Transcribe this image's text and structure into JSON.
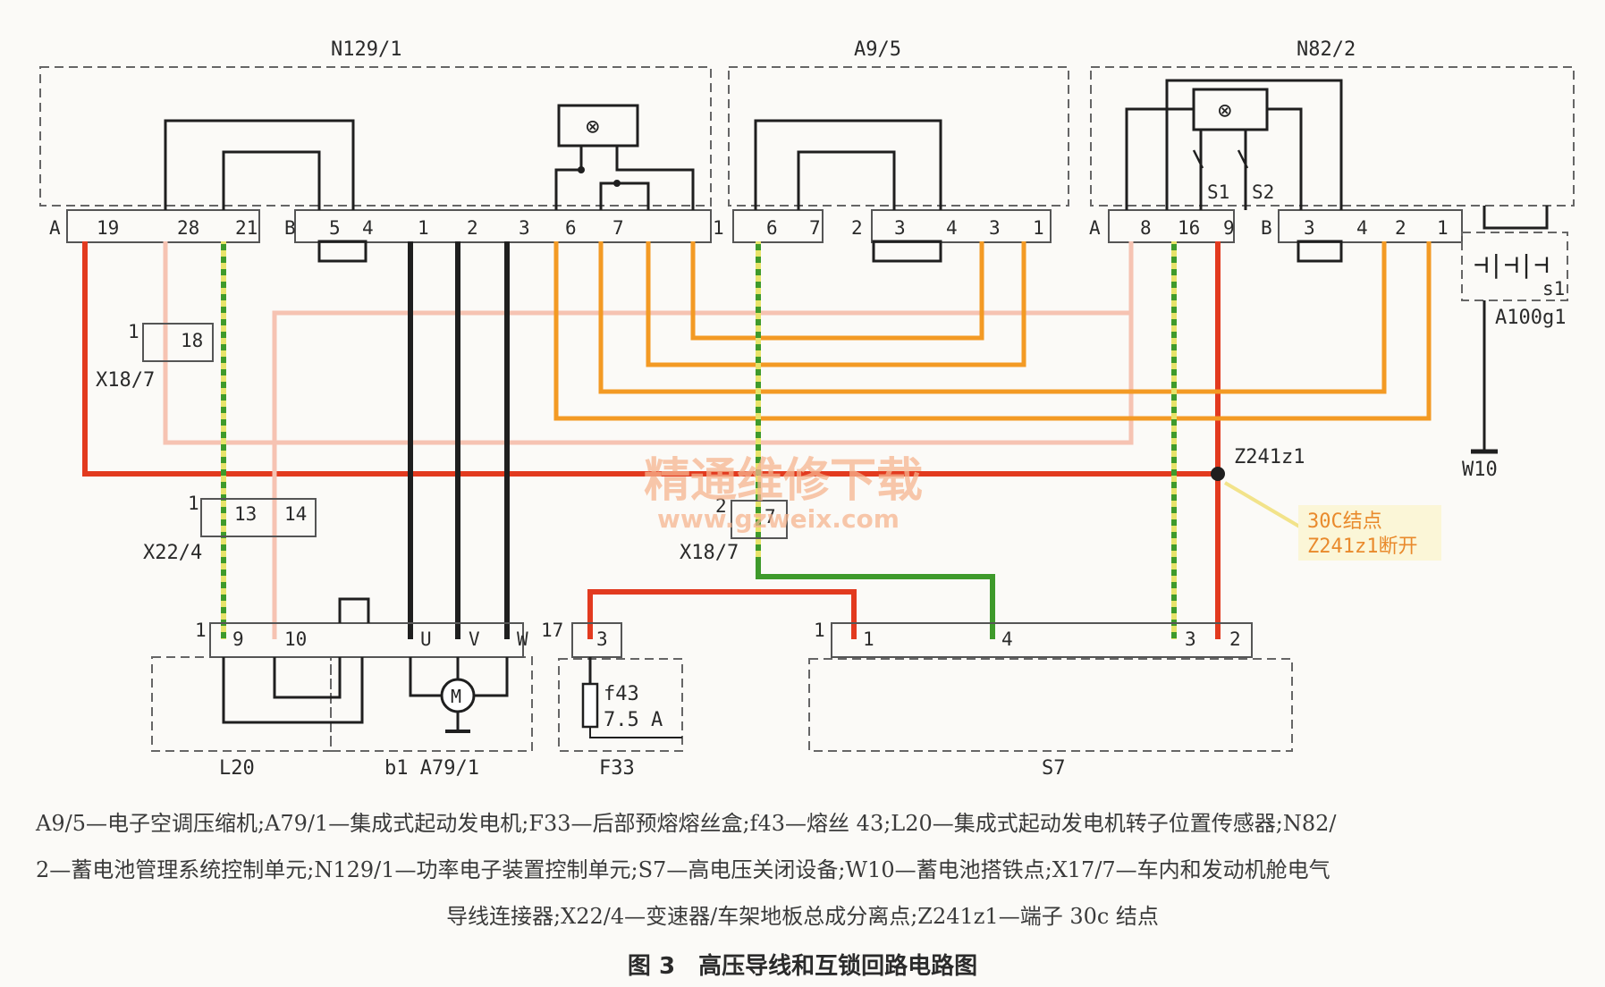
{
  "modules": {
    "n129": "N129/1",
    "a95": "A9/5",
    "n822": "N82/2",
    "a100g1": "A100g1",
    "s1_label": "s1",
    "w10": "W10",
    "l20": "L20",
    "a791": "b1 A79/1",
    "f33": "F33",
    "s7": "S7",
    "x187_top": "X18/7",
    "x224": "X22/4",
    "x187_mid": "X18/7",
    "z241z1": "Z241z1"
  },
  "fuse": {
    "name": "f43",
    "rating": "7.5 A"
  },
  "switches": {
    "s1": "S1",
    "s2": "S2"
  },
  "connectors": {
    "n129_a": {
      "letter": "A",
      "pins": [
        "19",
        "28",
        "21"
      ]
    },
    "n129_b": {
      "letter": "B",
      "pins": [
        "5",
        "4",
        "1",
        "2",
        "3",
        "6",
        "7"
      ]
    },
    "a95_1": {
      "letter": "1",
      "pins": [
        "6",
        "7"
      ]
    },
    "a95_2": {
      "letter": "2",
      "pins": [
        "3",
        "4",
        "3",
        "1"
      ]
    },
    "n822_a": {
      "letter": "A",
      "pins": [
        "8",
        "16",
        "9"
      ]
    },
    "n822_b": {
      "letter": "B",
      "pins": [
        "3",
        "4",
        "2",
        "1"
      ]
    },
    "x187_top": {
      "num": "1",
      "pin": "18"
    },
    "x224": {
      "num": "1",
      "pins": [
        "13",
        "14"
      ]
    },
    "x187_mid": {
      "num": "2",
      "pin": "7"
    },
    "l20": {
      "num": "1",
      "pins": [
        "9",
        "10"
      ]
    },
    "a791": {
      "pins": [
        "U",
        "V",
        "W"
      ]
    },
    "f33": {
      "num": "17",
      "pin": "3"
    },
    "s7": {
      "num": "1",
      "pins": [
        "1",
        "4",
        "3",
        "2"
      ]
    }
  },
  "annotation": {
    "line1": "30C结点",
    "line2": "Z241z1断开"
  },
  "watermark": {
    "cn": "精通维修下载",
    "url": "www.gzweix.com"
  },
  "legend": {
    "line1": "A9/5—电子空调压缩机;A79/1—集成式起动发电机;F33—后部预熔熔丝盒;f43—熔丝 43;L20—集成式起动发电机转子位置传感器;N82/",
    "line2": "2—蓄电池管理系统控制单元;N129/1—功率电子装置控制单元;S7—高电压关闭设备;W10—蓄电池搭铁点;X17/7—车内和发动机舱电气",
    "line3": "导线连接器;X22/4—变速器/车架地板总成分离点;Z241z1—端子 30c 结点"
  },
  "figure_title": "图 3　高压导线和互锁回路电路图",
  "colors": {
    "red": "#e23a1f",
    "orange": "#f39a24",
    "pink": "#f6c3b2",
    "green": "#3e9a2b",
    "black": "#1f1f1f",
    "n129_fill": "#f4f4cf",
    "s7_fill": "#f3e9ee",
    "l20_fill": "#eef0cf",
    "f33_fill": "#e8f1ee"
  }
}
